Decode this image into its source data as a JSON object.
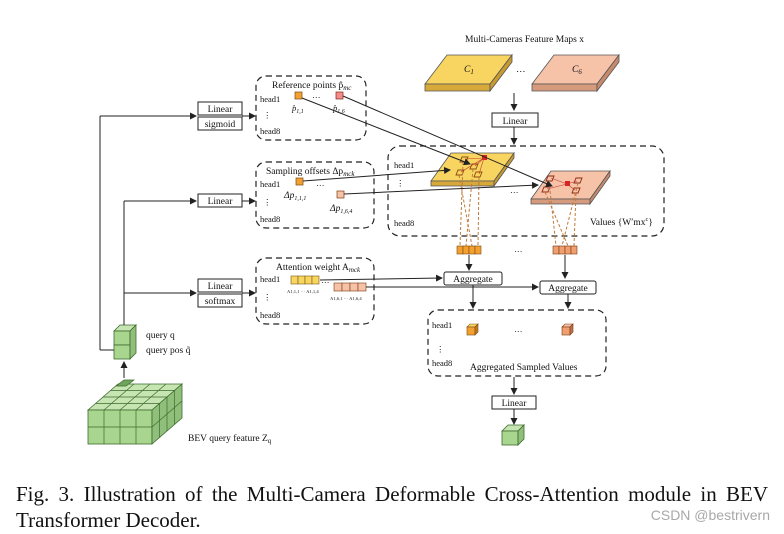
{
  "diagram": {
    "multi_cam_title": "Multi-Cameras Feature Maps x",
    "cam_first": "C",
    "cam_first_sub": "1",
    "cam_last": "C",
    "cam_last_sub": "6",
    "ellipsis": "…",
    "vdots": "⋮",
    "linear": "Linear",
    "sigmoid": "sigmoid",
    "softmax": "softmax",
    "ref_title": "Reference points p̂",
    "ref_title_sub": "mc",
    "ref_p11": "p̂",
    "ref_p11_sub": "1,1",
    "ref_p16": "p̂",
    "ref_p16_sub": "1,6",
    "head1": "head1",
    "head8": "head8",
    "off_title": "Sampling offsets Δp",
    "off_title_sub": "mck",
    "off_p111": "Δp",
    "off_p111_sub": "1,1,1",
    "off_p164": "Δp",
    "off_p164_sub": "1,6,4",
    "att_title": "Attention weight A",
    "att_title_sub": "mck",
    "att_a1": "A1,1,1 ··· A1,1,4",
    "att_a6": "A1,6,1 ··· A1,6,4",
    "values_label": "Values {W′mx",
    "values_sup": "c",
    "values_end": "}",
    "aggregate": "Aggregate",
    "agg_sampled": "Aggregated Sampled Values",
    "query_q": "query q",
    "query_pos": "query pos q̃",
    "bev_feature": "BEV query feature Z",
    "bev_feature_sub": "q"
  },
  "colors": {
    "yellow_top": "#f8d561",
    "yellow_side": "#d6a93a",
    "peach_top": "#f6c2a8",
    "peach_side": "#d69a7c",
    "green_top": "#c7e4b3",
    "green_side": "#8fbf7a",
    "red_marker": "#e02020",
    "orange_cell": "#f4a030"
  },
  "caption": "Fig. 3.    Illustration of the Multi-Camera Deformable Cross-Attention module in BEV Transformer Decoder.",
  "watermark": "CSDN @bestrivern"
}
